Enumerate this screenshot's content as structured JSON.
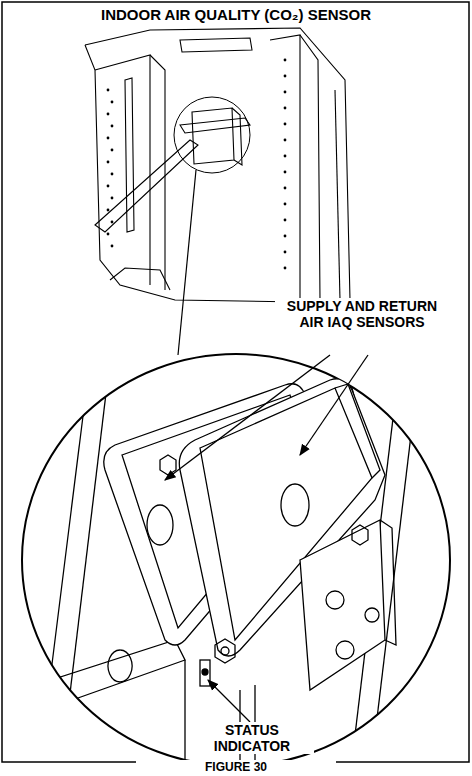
{
  "diagram": {
    "title": "INDOOR AIR QUALITY (CO₂) SENSOR",
    "caption": "FIGURE 30",
    "labels": [
      "SUPPLY AND RETURN AIR IAQ SENSORS",
      "STATUS INDICATOR"
    ]
  }
}
